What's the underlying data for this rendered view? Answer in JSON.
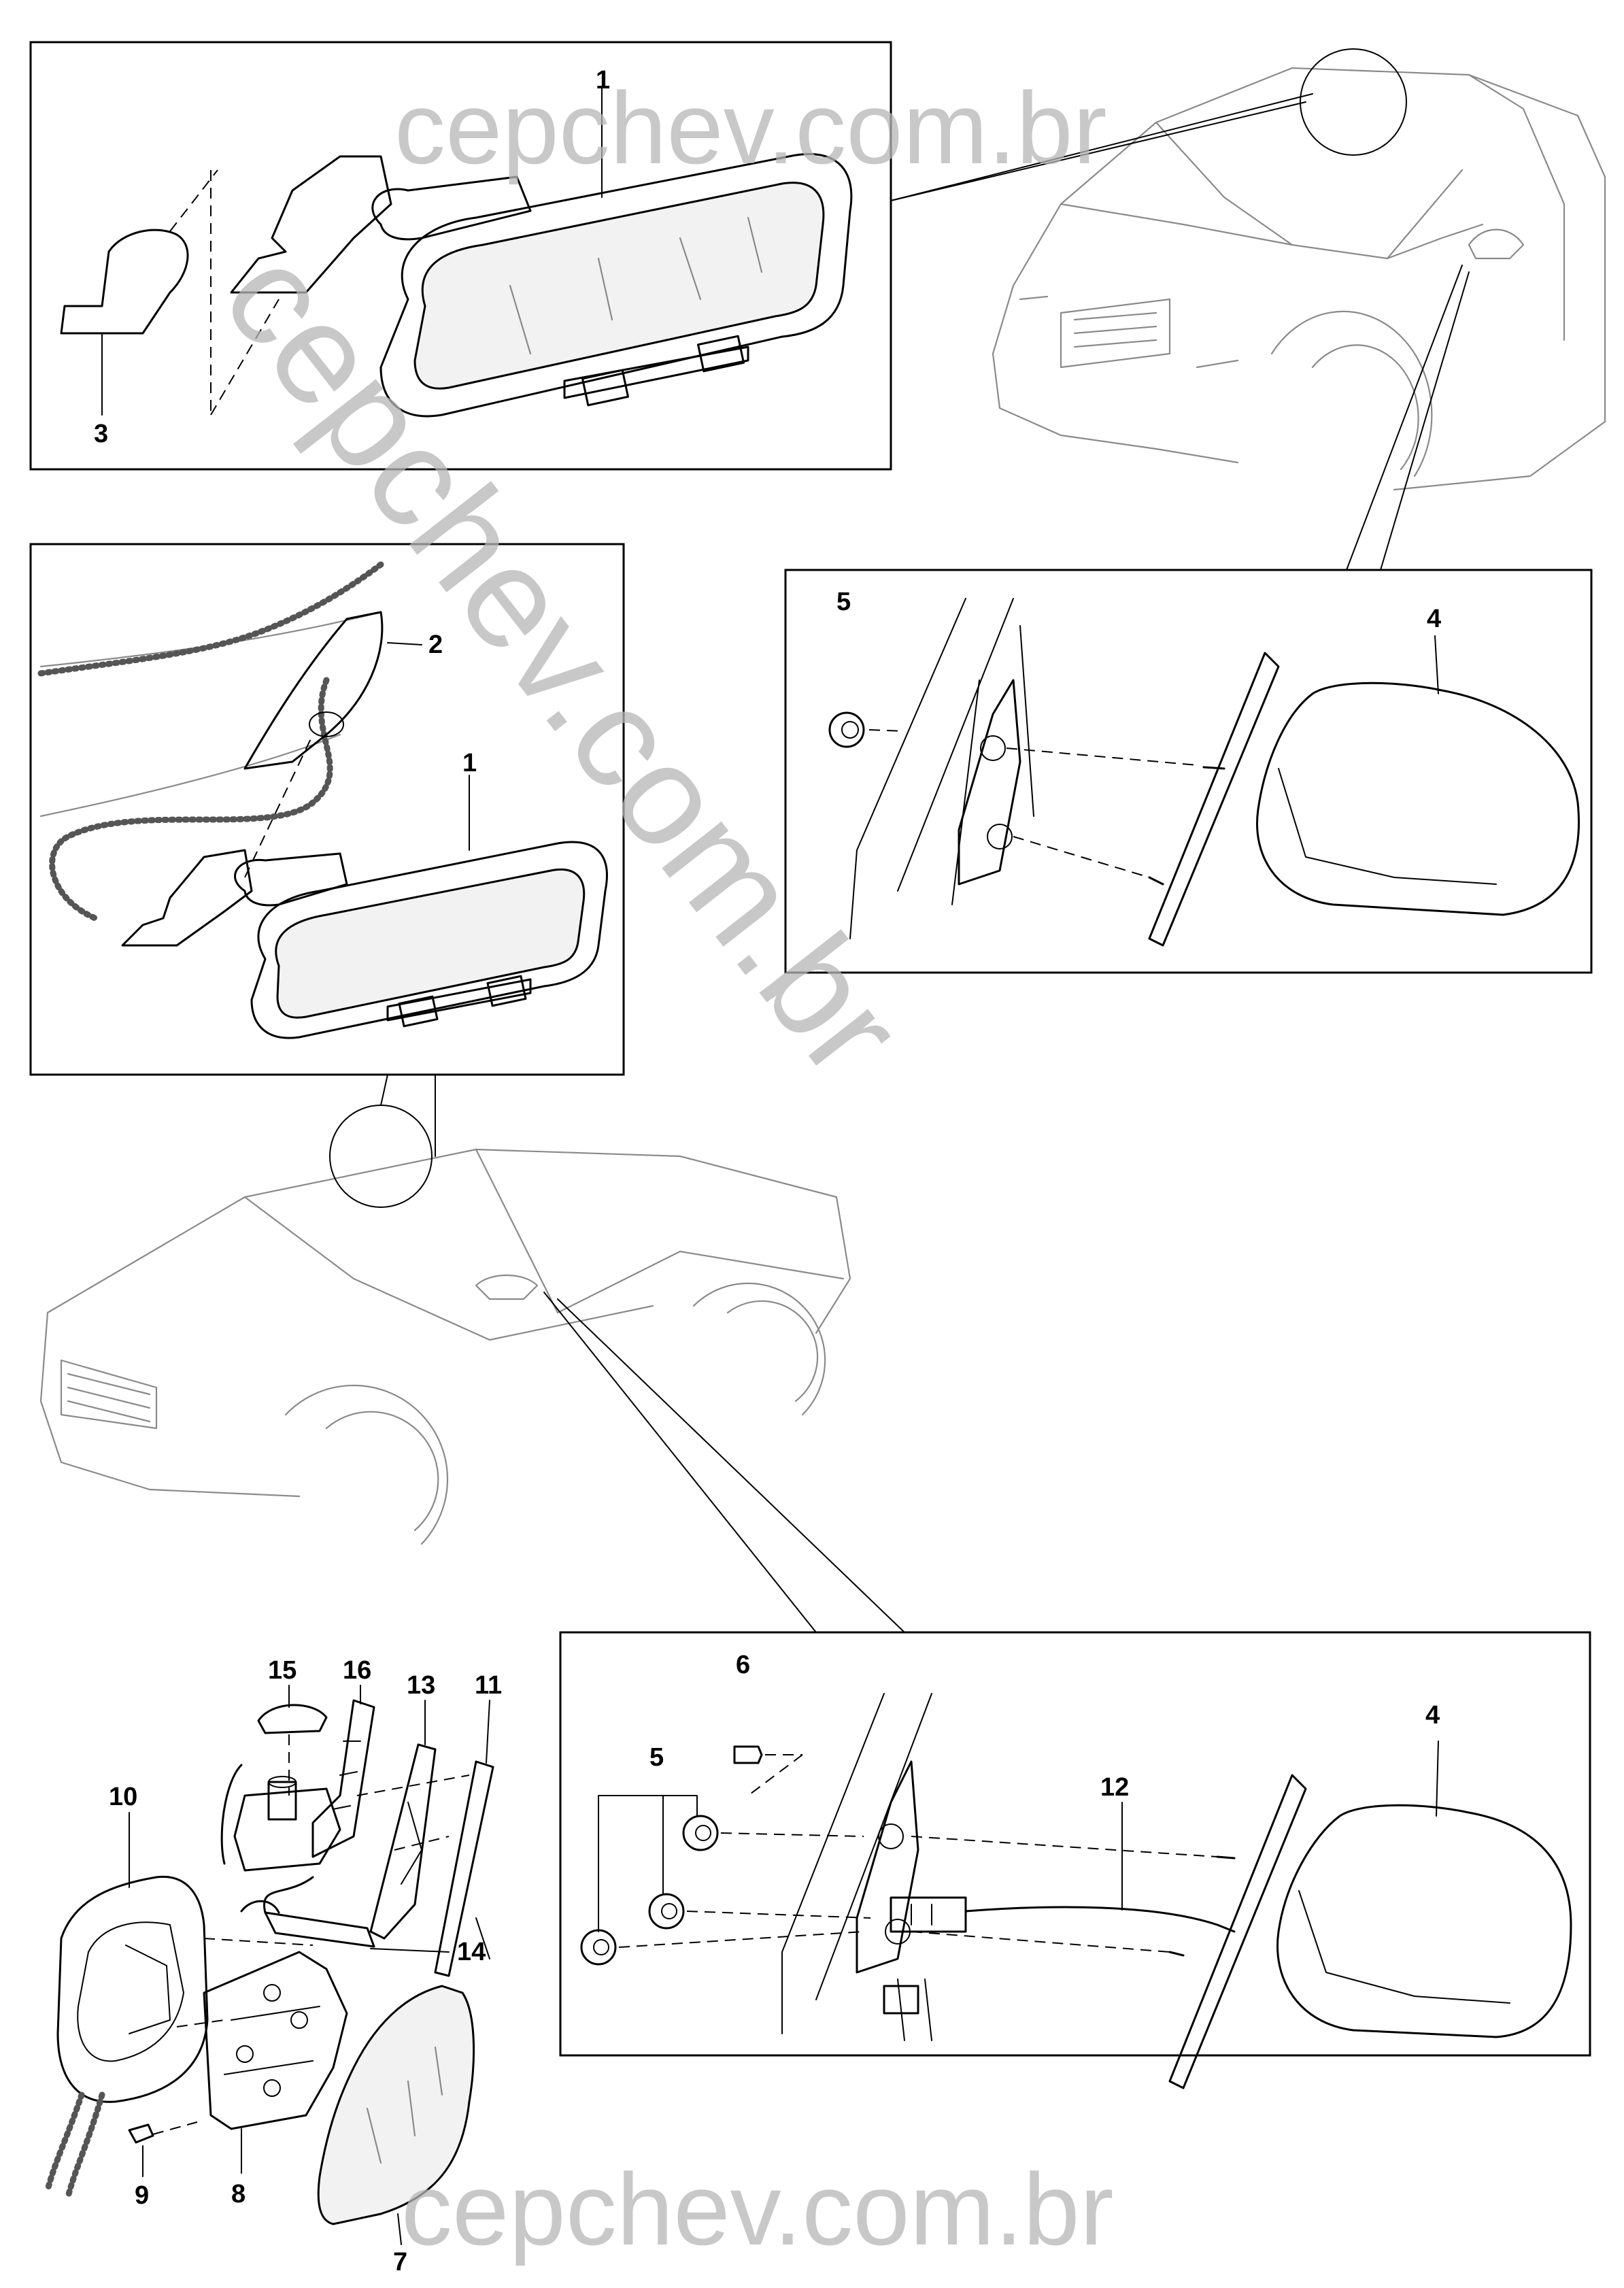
{
  "watermark": {
    "top": "cepchev.com.br",
    "diagonal": "cepchev.com.br",
    "bottom": "cepchev.com.br"
  },
  "callouts": {
    "top_rear_mirror": "1",
    "top_cover": "3",
    "mid_wire_cover": "2",
    "mid_rear_mirror": "1",
    "manual_mirror_nut": "5",
    "manual_side_mirror": "4",
    "elec_screw": "6",
    "elec_nut": "5",
    "elec_side_mirror": "4",
    "elec_harness": "12",
    "part_15": "15",
    "part_16": "16",
    "part_13": "13",
    "part_11": "11",
    "part_10": "10",
    "part_14": "14",
    "part_9": "9",
    "part_8": "8",
    "part_7": "7"
  }
}
